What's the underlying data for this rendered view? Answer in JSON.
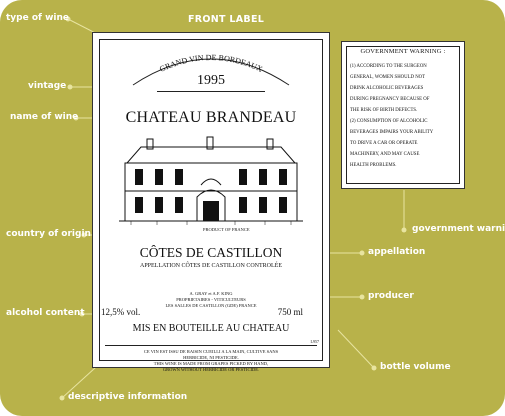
{
  "figure": {
    "front_label_title": "FRONT LABEL"
  },
  "callouts": {
    "type_of_wine": "type of wine",
    "vintage": "vintage",
    "name_of_wine": "name of wine",
    "country_of_origin": "country of origin",
    "alcohol_content": "alcohol content",
    "descriptive_information": "descriptive information",
    "government_warning": "government warning",
    "appellation": "appellation",
    "producer": "producer",
    "bottle_volume": "bottle volume"
  },
  "label": {
    "type": "GRAND VIN DE BORDEAUX",
    "vintage": "1995",
    "name": "CHATEAU BRANDEAU",
    "origin": "PRODUCT OF FRANCE",
    "appellation": "CÔTES DE CASTILLON",
    "appellation_sub": "APPELLATION CÔTES DE CASTILLON CONTROLÉE",
    "producer_lines": [
      "A. GRAY et A.F. KING",
      "PROPRIETAIRES - VITICULTEURS",
      "LES SALLES DE CASTILLON (GDE) FRANCE"
    ],
    "alcohol": "12,5% vol.",
    "volume": "750 ml",
    "bottling": "MIS EN BOUTEILLE AU CHATEAU",
    "code": "L957",
    "description_lines": [
      "CE VIN EST ISSU DE RAISIN CUEILLI A LA MAIN, CULTIVE SANS",
      "HERBICIDE, NI PESTICIDE.",
      "THIS WINE IS MADE FROM GRAPES PICKED BY HAND,",
      "GROWN WITHOUT HERBICIDE OR PESTICIDE."
    ]
  },
  "warning": {
    "title": "GOVERNMENT WARNING :",
    "lines": [
      "(1) ACCORDING TO THE SURGEON",
      "GENERAL, WOMEN SHOULD NOT",
      "DRINK ALCOHOLIC BEVERAGES",
      "DURING PREGNANCY BECAUSE OF",
      "THE RISK OF BIRTH DEFECTS.",
      "(2) CONSUMPTION OF ALCOHOLIC",
      "BEVERAGES IMPAIRS YOUR ABILITY",
      "TO DRIVE A CAR OR OPERATE",
      "MACHINERY, AND MAY CAUSE",
      "HEALTH PROBLEMS."
    ]
  },
  "colors": {
    "background": "#b8b24a",
    "callout_text": "#ffffff",
    "leader_line": "#e8e4a0"
  }
}
